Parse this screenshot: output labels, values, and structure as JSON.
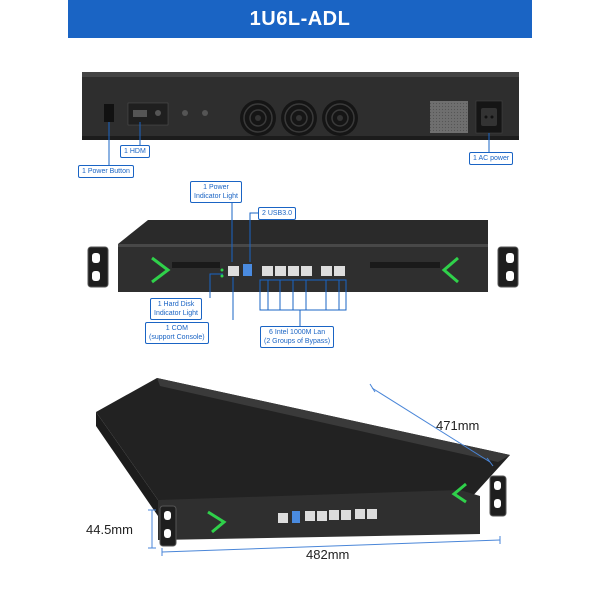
{
  "title": "1U6L-ADL",
  "labels": {
    "hdmi": "1 HDM",
    "power_button": "1 Power Button",
    "ac_power": "1 AC power",
    "power_indicator": [
      "1 Power",
      "Indicator Light"
    ],
    "usb": "2 USB3.0",
    "hdd_indicator": [
      "1 Hard Disk",
      "Indicator Light"
    ],
    "com": [
      "1 COM",
      "(support Console)"
    ],
    "lan": [
      "6 Intel 1000M Lan",
      "(2 Groups of Bypass)"
    ]
  },
  "dimensions": {
    "depth": "471mm",
    "height": "44.5mm",
    "width": "482mm"
  },
  "colors": {
    "accent": "#1a64c4",
    "chassis": "#2b2b2b",
    "green_light": "#2fd14a"
  }
}
